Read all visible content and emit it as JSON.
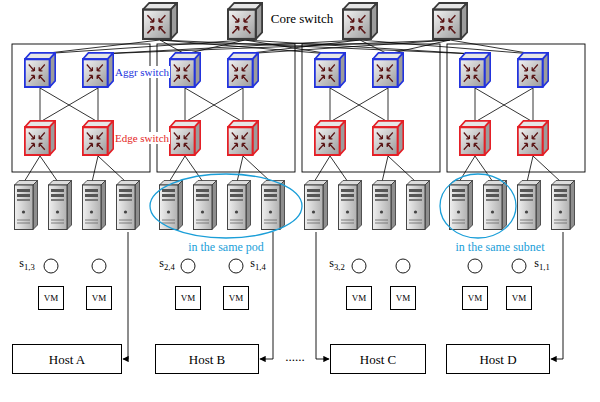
{
  "diagram": {
    "nodes": [
      {
        "text": [
          "VM"
        ]
      },
      {
        "text": [
          "VM"
        ]
      },
      {
        "text": [
          "VM"
        ]
      },
      {
        "text": [
          "VM"
        ]
      },
      {
        "text": [
          "VM"
        ]
      },
      {
        "text": [
          "VM"
        ]
      },
      {
        "text": [
          "VM"
        ]
      },
      {
        "text": [
          "VM"
        ]
      },
      {
        "text": [
          "Host A"
        ]
      },
      {
        "text": [
          "Host B"
        ]
      },
      {
        "text": [
          "Host C"
        ]
      },
      {
        "text": [
          "Host D"
        ]
      }
    ],
    "labels": [
      "Core switch",
      "Aggr switch",
      "Edge switch",
      "in the same pod",
      "in the same subnet",
      "s1,3",
      "s2,4",
      "s1,4",
      "s3,2",
      "s1,1",
      "......"
    ]
  }
}
